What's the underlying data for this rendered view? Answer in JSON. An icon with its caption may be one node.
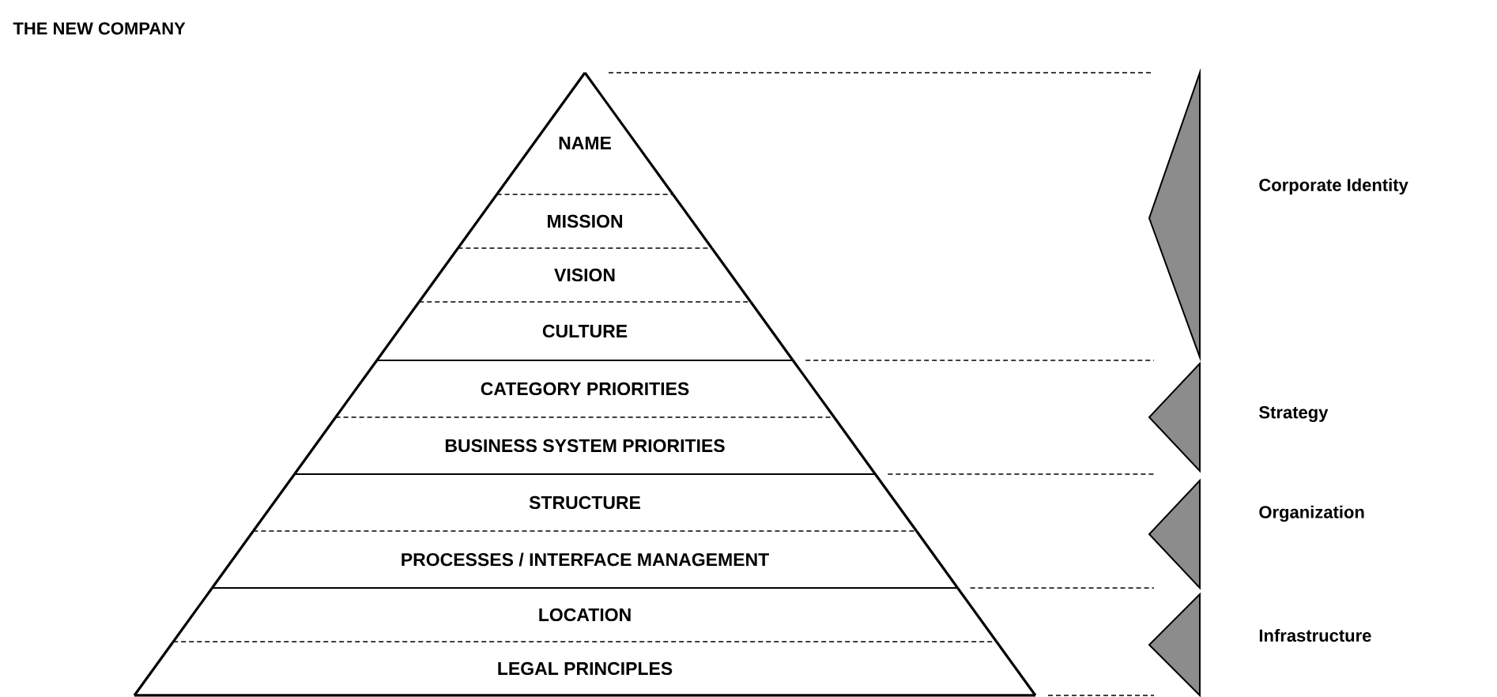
{
  "diagram": {
    "title": "THE NEW COMPANY",
    "nodes": [
      {
        "text": [
          "NAME"
        ]
      },
      {
        "text": [
          "MISSION"
        ]
      },
      {
        "text": [
          "VISION"
        ]
      },
      {
        "text": [
          "CULTURE"
        ]
      },
      {
        "text": [
          "CATEGORY PRIORITIES"
        ]
      },
      {
        "text": [
          "BUSINESS SYSTEM PRIORITIES"
        ]
      },
      {
        "text": [
          "STRUCTURE"
        ]
      },
      {
        "text": [
          "PROCESSES / INTERFACE MANAGEMENT"
        ]
      },
      {
        "text": [
          "LOCATION"
        ]
      },
      {
        "text": [
          "LEGAL PRINCIPLES"
        ]
      }
    ],
    "labels": [
      "Corporate Identity",
      "Strategy",
      "Organization",
      "Infrastructure"
    ]
  }
}
